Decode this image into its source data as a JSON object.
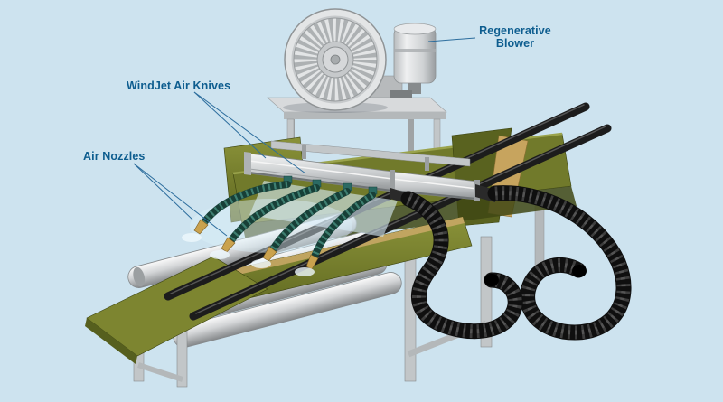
{
  "diagram": {
    "type": "technical-illustration",
    "subject": "air-knife-blow-off-system-on-roller-conveyor",
    "background_color": "#cde3ef",
    "label_color": "#0d5d8f",
    "pointer_line_color": "#2c6d9d",
    "labels": {
      "regenerative_blower": {
        "text": "Regenerative Blower",
        "lines": [
          "Regenerative",
          "Blower"
        ]
      },
      "windjet_air_knives": {
        "text": "WindJet Air Knives"
      },
      "air_nozzles": {
        "text": "Air Nozzles"
      }
    },
    "palette": {
      "machine_green": "#76802c",
      "machine_green_dark": "#565f1e",
      "metal_silver": "#cfd2d4",
      "hose_black": "#141414",
      "flex_hose_teal": "#1e4e44",
      "nozzle_brass": "#caa24e",
      "board_tan": "#c7a45e",
      "air_mist_blue": "#d9edf9"
    }
  }
}
